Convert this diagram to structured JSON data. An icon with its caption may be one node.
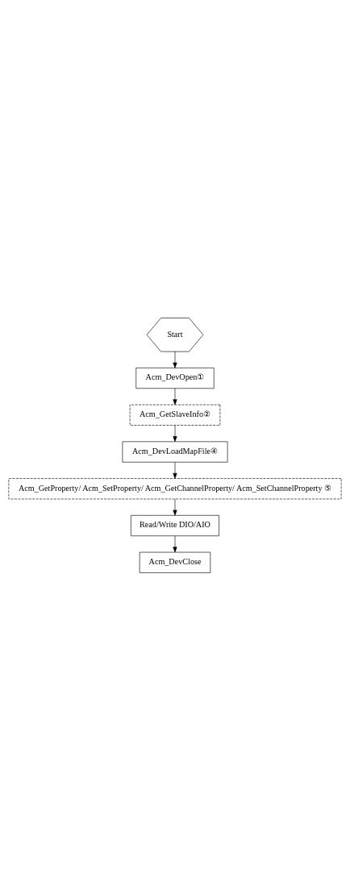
{
  "diagram": {
    "nodes": [
      {
        "text": [
          "Start"
        ]
      },
      {
        "text": [
          "Acm_DevOpen①"
        ]
      },
      {
        "text": [
          "Acm_GetSlaveInfo②"
        ]
      },
      {
        "text": [
          "Acm_DevLoadMapFile④"
        ]
      },
      {
        "text": [
          "Acm_GetProperty/ Acm_SetProperty/ Acm_GetChannelProperty/ Acm_SetChannelProperty ⑤"
        ]
      },
      {
        "text": [
          "Read/Write DIO/AIO"
        ]
      },
      {
        "text": [
          "Acm_DevClose"
        ]
      }
    ],
    "edges": [
      {
        "from": 0,
        "to": 1,
        "arrow": "to"
      },
      {
        "from": 1,
        "to": 2,
        "arrow": "to"
      },
      {
        "from": 2,
        "to": 3,
        "arrow": "to"
      },
      {
        "from": 3,
        "to": 4,
        "arrow": "to"
      },
      {
        "from": 4,
        "to": 5,
        "arrow": "to"
      },
      {
        "from": 5,
        "to": 6,
        "arrow": "to"
      }
    ]
  }
}
